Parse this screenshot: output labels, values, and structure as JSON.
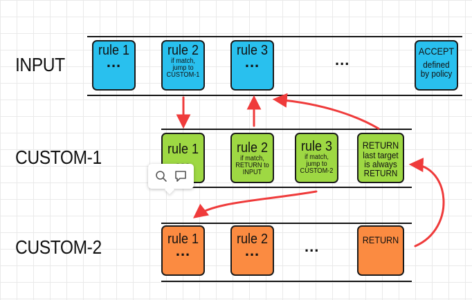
{
  "chains": {
    "input": {
      "label": "INPUT",
      "rule1": {
        "title": "rule 1",
        "dots": "..."
      },
      "rule2": {
        "title": "rule 2",
        "line1": "if match,",
        "line2": "jump to",
        "line3": "CUSTOM-1"
      },
      "rule3": {
        "title": "rule 3",
        "dots": "..."
      },
      "gap_dots": "...",
      "accept": {
        "title": "ACCEPT",
        "line1": "defined",
        "line2": "by policy"
      }
    },
    "custom1": {
      "label": "CUSTOM-1",
      "rule1": {
        "title": "rule 1",
        "dots": "..."
      },
      "rule2": {
        "title": "rule 2",
        "line1": "if match,",
        "line2": "RETURN to",
        "line3": "INPUT"
      },
      "rule3": {
        "title": "rule 3",
        "line1": "if match,",
        "line2": "jump to",
        "line3": "CUSTOM-2"
      },
      "return": {
        "title": "RETURN",
        "line1": "last target",
        "line2": "is always",
        "line3": "RETURN"
      }
    },
    "custom2": {
      "label": "CUSTOM-2",
      "rule1": {
        "title": "rule 1",
        "dots": "..."
      },
      "rule2": {
        "title": "rule 2",
        "dots": "..."
      },
      "gap_dots": "...",
      "return": {
        "title": "RETURN"
      }
    }
  },
  "colors": {
    "input": "#29c0ee",
    "custom1": "#9ed843",
    "custom2": "#fb8b41",
    "arrow": "#ef3b3b"
  },
  "toolbar": {
    "icons": [
      "search-icon",
      "comment-icon"
    ]
  }
}
